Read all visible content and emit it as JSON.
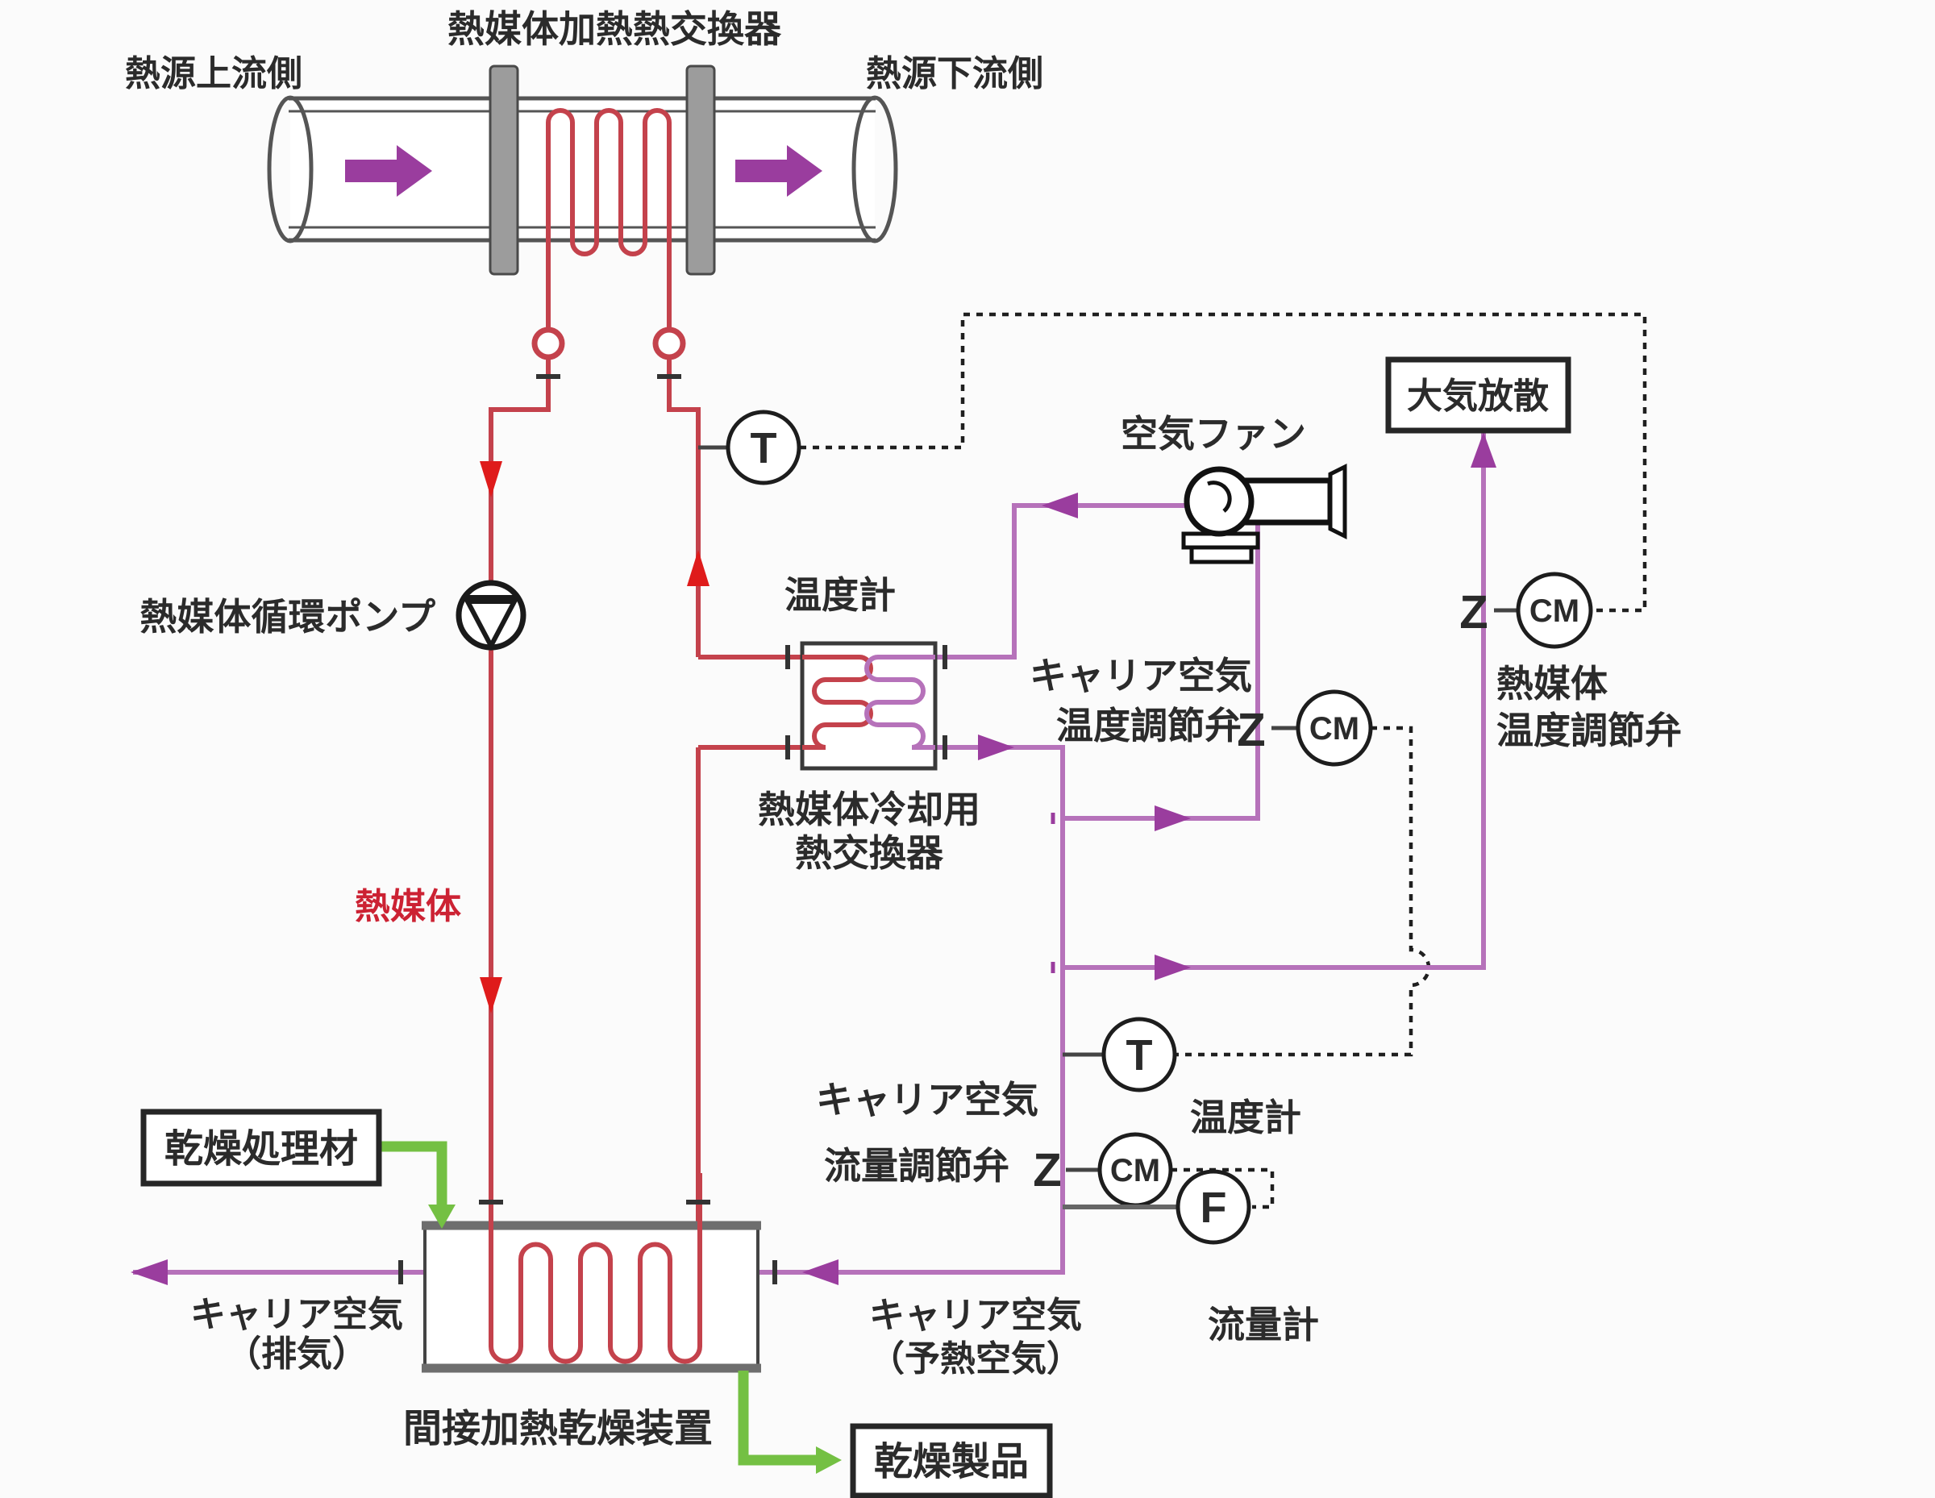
{
  "colors": {
    "line_red": "#c4424c",
    "arrow_red": "#df1b1b",
    "purple": "#b672ba",
    "purple_dark": "#9a3d9e",
    "green": "#74c043",
    "flange": "#9c9c9c",
    "steel": "#555555",
    "dash": "#1f1f1f",
    "text": "#2b2b2b",
    "label_red": "#cc2233",
    "box": "#262626",
    "inst": "#1d1d1d",
    "bg": "#fbfbfb"
  },
  "labels": {
    "heating_hx_title": "熱媒体加熱熱交換器",
    "heat_source_upstream": "熱源上流側",
    "heat_source_downstream": "熱源下流側",
    "thermometer_top": "温度計",
    "pump": "熱媒体循環ポンプ",
    "heat_medium": "熱媒体",
    "cooling_hx_line1": "熱媒体冷却用",
    "cooling_hx_line2": "熱交換器",
    "air_fan": "空気ファン",
    "atmosphere_box": "大気放散",
    "carrier_temp_valve_line1": "キャリア空気",
    "carrier_temp_valve_line2": "温度調節弁",
    "medium_temp_valve_line1": "熱媒体",
    "medium_temp_valve_line2": "温度調節弁",
    "thermometer_bottom": "温度計",
    "carrier_flow_valve_line1": "キャリア空気",
    "carrier_flow_valve_line2": "流量調節弁",
    "flow_meter": "流量計",
    "dry_material_box": "乾燥処理材",
    "carrier_air_exhaust_line1": "キャリア空気",
    "carrier_air_exhaust_line2": "（排気）",
    "dryer_label": "間接加熱乾燥装置",
    "carrier_air_preheat_line1": "キャリア空気",
    "carrier_air_preheat_line2": "（予熱空気）",
    "dry_product_box": "乾燥製品"
  },
  "gauges": {
    "temperature": "T",
    "control_motor": "CM",
    "flow": "F",
    "valve_z": "Z"
  }
}
